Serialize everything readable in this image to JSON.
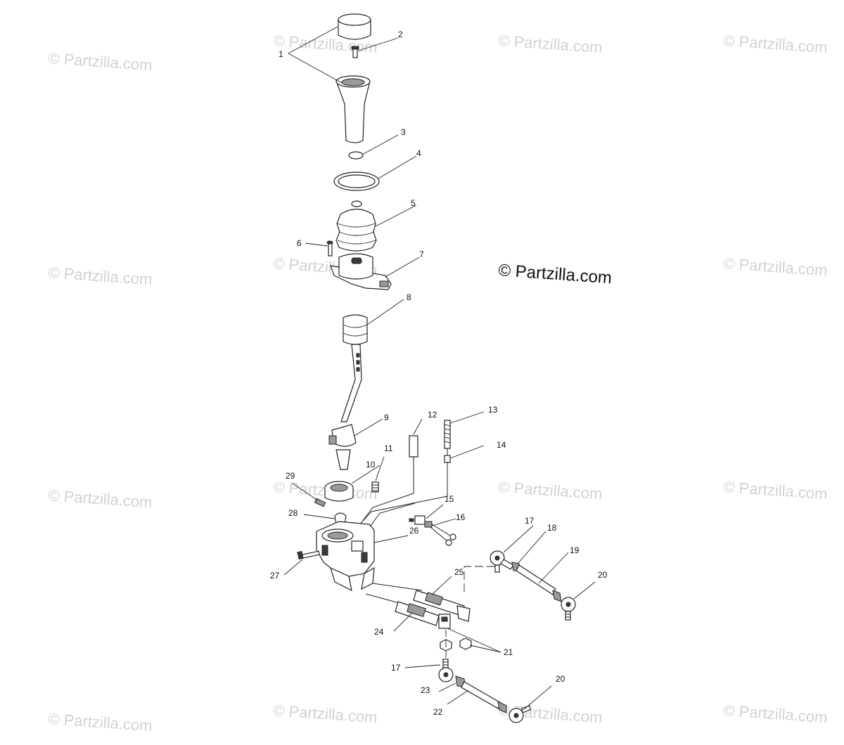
{
  "watermark": {
    "text": "© Partzilla.com"
  },
  "labels": {
    "c1": "1",
    "c2": "2",
    "c3": "3",
    "c4": "4",
    "c5": "5",
    "c6": "6",
    "c7": "7",
    "c8": "8",
    "c9": "9",
    "c10": "10",
    "c11": "11",
    "c12": "12",
    "c13": "13",
    "c14": "14",
    "c15": "15",
    "c16": "16",
    "c17": "17",
    "c17b": "17",
    "c18": "18",
    "c19": "19",
    "c20": "20",
    "c20b": "20",
    "c21": "21",
    "c22": "22",
    "c23": "23",
    "c24": "24",
    "c25": "25",
    "c26": "26",
    "c27": "27",
    "c28": "28",
    "c29": "29"
  }
}
